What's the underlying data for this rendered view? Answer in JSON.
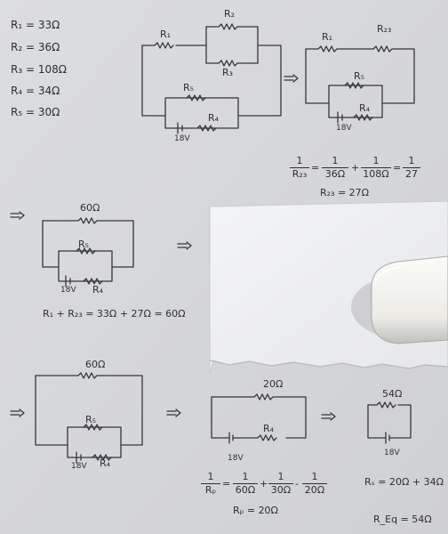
{
  "given": {
    "r1": "R₁ = 33Ω",
    "r2": "R₂ = 36Ω",
    "r3": "R₃ = 108Ω",
    "r4": "R₄ = 34Ω",
    "r5": "R₅ = 30Ω"
  },
  "labels": {
    "R1": "R₁",
    "R2": "R₂",
    "R3": "R₃",
    "R4": "R₄",
    "R5": "R₅",
    "R23": "R₂₃",
    "battery": "18V",
    "ohm60": "60Ω",
    "ohm20": "20Ω",
    "ohm54": "54Ω",
    "arrow": "=>"
  },
  "eq_r23": {
    "lhs_num": "1",
    "lhs_den": "R₂₃",
    "t1_num": "1",
    "t1_den": "36Ω",
    "t2_num": "1",
    "t2_den": "108Ω",
    "res_num": "1",
    "res_den": "27",
    "result": "R₂₃ = 27Ω"
  },
  "eq_series1": "R₁ + R₂₃ = 33Ω + 27Ω = 60Ω",
  "eq_rp": {
    "lhs_num": "1",
    "lhs_den": "Rₚ",
    "t1_num": "1",
    "t1_den": "60Ω",
    "t2_num": "1",
    "t2_den": "30Ω",
    "res_num": "1",
    "res_den": "20Ω",
    "result": "Rₚ = 20Ω"
  },
  "eq_rs": "Rₛ = 20Ω + 34Ω",
  "eq_req": "R_Eq = 54Ω",
  "colors": {
    "paper": "#d8d9dc",
    "ink": "#2d2f36",
    "card": "#f1f2f4",
    "eraser": "#f6f6f2"
  }
}
